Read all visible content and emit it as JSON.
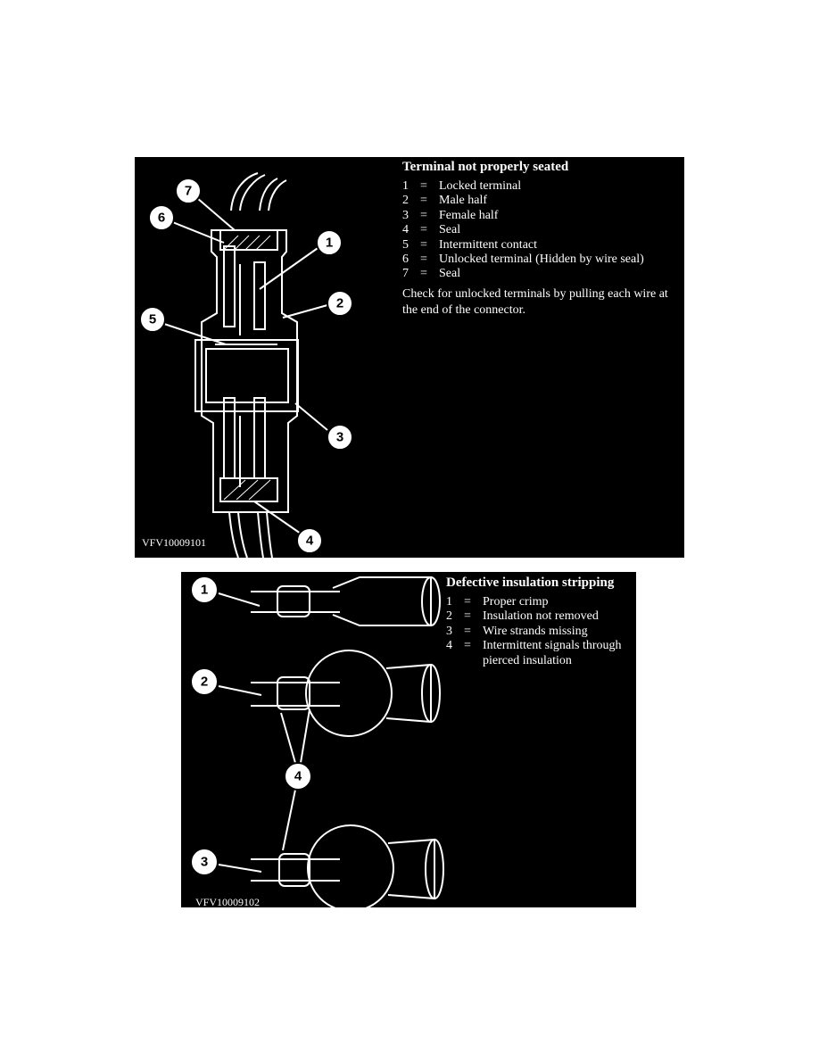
{
  "figure1": {
    "title": "Terminal not properly seated",
    "items": [
      {
        "num": "1",
        "eq": "=",
        "text": "Locked terminal"
      },
      {
        "num": "2",
        "eq": "=",
        "text": "Male half"
      },
      {
        "num": "3",
        "eq": "=",
        "text": "Female half"
      },
      {
        "num": "4",
        "eq": "=",
        "text": "Seal"
      },
      {
        "num": "5",
        "eq": "=",
        "text": "Intermittent contact"
      },
      {
        "num": "6",
        "eq": "=",
        "text": "Unlocked terminal (Hidden by wire seal)"
      },
      {
        "num": "7",
        "eq": "=",
        "text": "Seal"
      }
    ],
    "note": "Check for unlocked terminals by pulling each wire at the end of the connector.",
    "code": "VFV10009101",
    "callouts": [
      "1",
      "2",
      "3",
      "4",
      "5",
      "6",
      "7"
    ]
  },
  "figure2": {
    "title": "Defective insulation stripping",
    "items": [
      {
        "num": "1",
        "eq": "=",
        "text": "Proper crimp"
      },
      {
        "num": "2",
        "eq": "=",
        "text": "Insulation not removed"
      },
      {
        "num": "3",
        "eq": "=",
        "text": "Wire strands missing"
      },
      {
        "num": "4",
        "eq": "=",
        "text": "Intermittent signals through pierced insulation"
      }
    ],
    "code": "VFV10009102",
    "callouts": [
      "1",
      "2",
      "3",
      "4"
    ]
  }
}
